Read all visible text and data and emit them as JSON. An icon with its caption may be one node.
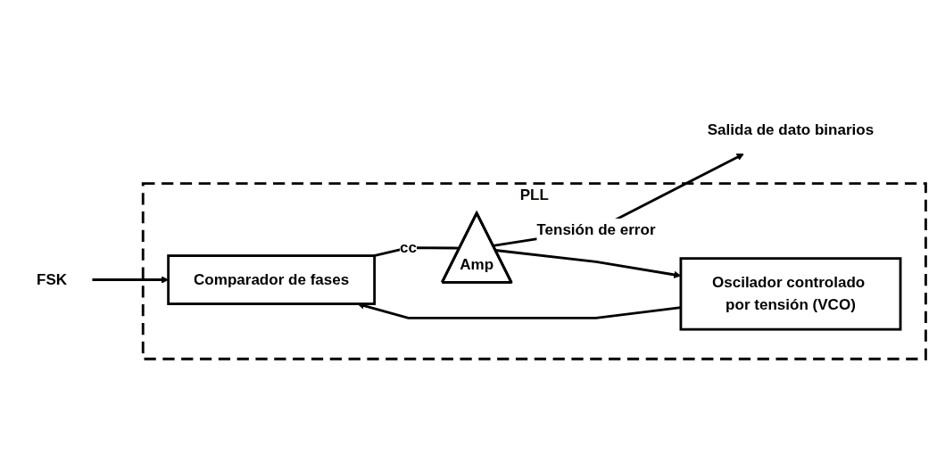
{
  "diagram": {
    "nodes": [
      {
        "text": [
          "PLL"
        ]
      },
      {
        "text": [
          "Comparador de fases"
        ],
        "in": 0
      },
      {
        "text": [
          "Amp"
        ],
        "in": 0
      },
      {
        "text": [
          "Oscilador controlado por tensión (VCO)"
        ],
        "in": 0
      },
      {
        "text": [
          "FSK"
        ]
      },
      {
        "text": [
          "Salida de dato binarios"
        ]
      }
    ],
    "edges": [
      {
        "from": 4,
        "to": 1,
        "arrow": "to"
      },
      {
        "from": 1,
        "to": 2,
        "arrow": "none",
        "label": "cc"
      },
      {
        "from": 2,
        "to": 5,
        "arrow": "to",
        "label": "Tensión de error"
      },
      {
        "from": 2,
        "to": 3,
        "arrow": "to"
      },
      {
        "from": 3,
        "to": 1,
        "arrow": "to"
      }
    ]
  }
}
